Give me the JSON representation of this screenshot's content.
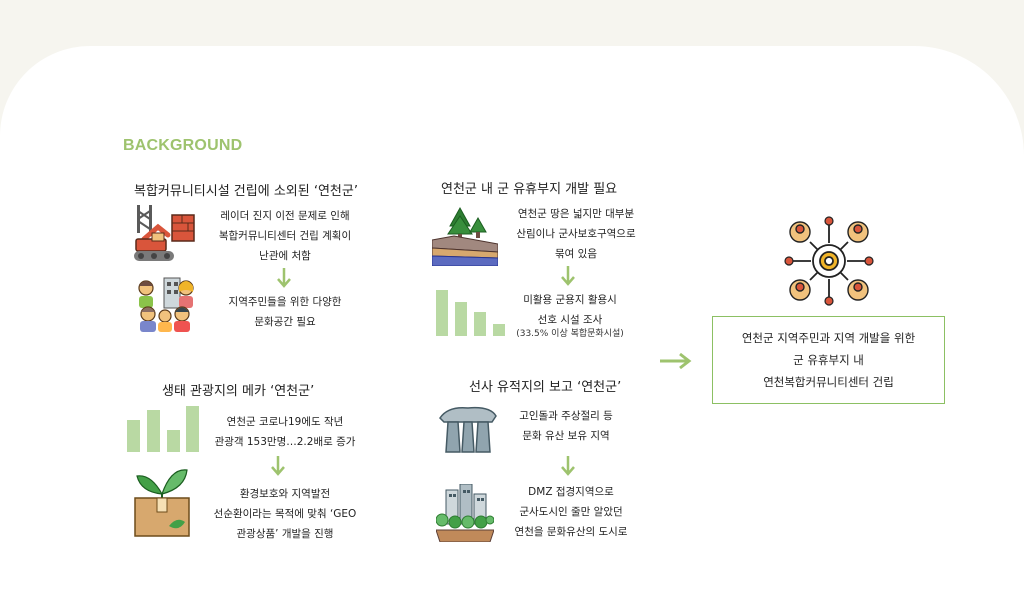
{
  "header": {
    "title": "BACKGROUND"
  },
  "section1": {
    "title": "복합커뮤니티시설 건립에 소외된 ‘연천군’",
    "text1": [
      "레이더 진지 이전 문제로 인해",
      "복합커뮤니티센터 건립 계획이",
      "난관에 처함"
    ],
    "text2": [
      "지역주민들을 위한 다양한",
      "문화공간 필요"
    ]
  },
  "section2": {
    "title": "생태 관광지의 메카 ‘연천군’",
    "text1": [
      "연천군 코로나19에도 작년",
      "관광객 153만명…2.2배로 증가"
    ],
    "text2": [
      "환경보호와 지역발전",
      "선순환이라는 목적에 맞춰 ‘GEO",
      "관광상품’ 개발을 진행"
    ]
  },
  "section3": {
    "title": "연천군 내 군 유휴부지 개발 필요",
    "text1": [
      "연천군 땅은 넓지만 대부분",
      "산림이나 군사보호구역으로",
      "묶여 있음"
    ],
    "text2": [
      "미활용 군용지 활용시",
      "선호 시설 조사"
    ],
    "note": "(33.5% 이상 복합문화시설)"
  },
  "section4": {
    "title": "선사 유적지의 보고 ‘연천군’",
    "text1": [
      "고인돌과 주상절리 등",
      "문화 유산 보유 지역"
    ],
    "text2": [
      "DMZ 접경지역으로",
      "군사도시인 줄만 알았던",
      "연천을 문화유산의 도시로"
    ]
  },
  "result": {
    "lines": [
      "연천군 지역주민과 지역 개발을 위한",
      "군 유휴부지 내",
      "연천복합커뮤니티센터 건립"
    ]
  },
  "colors": {
    "accent": "#9ec36e",
    "box_border": "#8cc063",
    "icon_red": "#d9553b"
  }
}
